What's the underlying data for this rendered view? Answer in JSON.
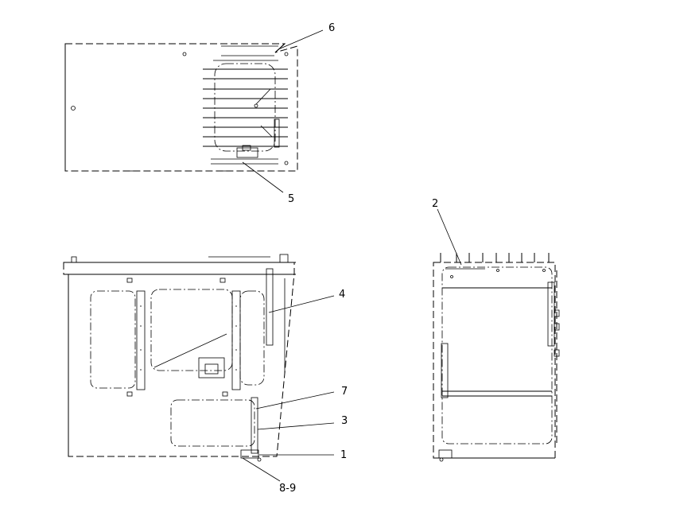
{
  "callouts": {
    "c1": "1",
    "c2": "2",
    "c3": "3",
    "c4": "4",
    "c5": "5",
    "c6": "6",
    "c7": "7",
    "c89": "8-9"
  }
}
